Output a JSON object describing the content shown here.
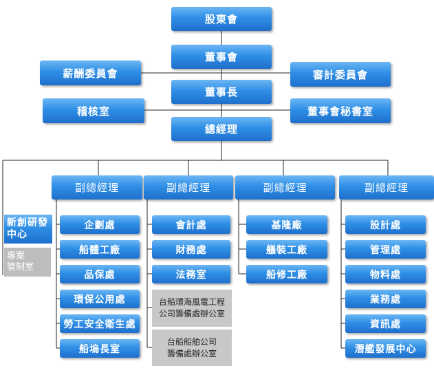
{
  "top": {
    "shareholders": "股東會",
    "board": "董事會",
    "remuneration": "薪酬委員會",
    "audit": "審計委員會",
    "chairman": "董事長",
    "internal_audit": "稽核室",
    "board_secretary": "董事會秘書室",
    "president": "總經理"
  },
  "left_units": {
    "innovation": "新創研發\n中心",
    "project": "專案\n管制室"
  },
  "columns": [
    {
      "vp": "副總經理",
      "units": [
        "企劃處",
        "船體工廠",
        "品保處",
        "環保公用處",
        "勞工安全衛生處",
        "船塢長室"
      ]
    },
    {
      "vp": "副總經理",
      "units": [
        "會計處",
        "財務處",
        "法務室"
      ],
      "gray_units": [
        "台船環海風電工程\n公司籌備處辦公室",
        "台船船舶公司\n籌備處辦公室"
      ]
    },
    {
      "vp": "副總經理",
      "units": [
        "基隆廠",
        "艤裝工廠",
        "船修工廠"
      ]
    },
    {
      "vp": "副總經理",
      "units": [
        "設計處",
        "管理處",
        "物料處",
        "業務處",
        "資訊處",
        "潛艦發展中心"
      ]
    }
  ]
}
